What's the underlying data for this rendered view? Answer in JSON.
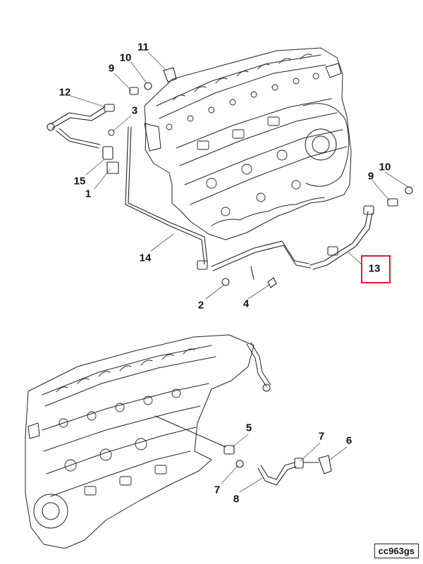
{
  "diagram": {
    "reference_code": "cc963gs",
    "highlight_color": "#d61f26",
    "top_view": {
      "callouts": [
        {
          "id": "c11",
          "label": "11"
        },
        {
          "id": "c10a",
          "label": "10"
        },
        {
          "id": "c9a",
          "label": "9"
        },
        {
          "id": "c12",
          "label": "12"
        },
        {
          "id": "c3",
          "label": "3"
        },
        {
          "id": "c15",
          "label": "15"
        },
        {
          "id": "c1",
          "label": "1"
        },
        {
          "id": "c14",
          "label": "14"
        },
        {
          "id": "c2",
          "label": "2"
        },
        {
          "id": "c4",
          "label": "4"
        },
        {
          "id": "c10b",
          "label": "10"
        },
        {
          "id": "c9b",
          "label": "9"
        },
        {
          "id": "c13",
          "label": "13"
        }
      ]
    },
    "bottom_view": {
      "callouts": [
        {
          "id": "c5",
          "label": "5"
        },
        {
          "id": "c7a",
          "label": "7"
        },
        {
          "id": "c6",
          "label": "6"
        },
        {
          "id": "c7b",
          "label": "7"
        },
        {
          "id": "c8",
          "label": "8"
        }
      ]
    }
  }
}
